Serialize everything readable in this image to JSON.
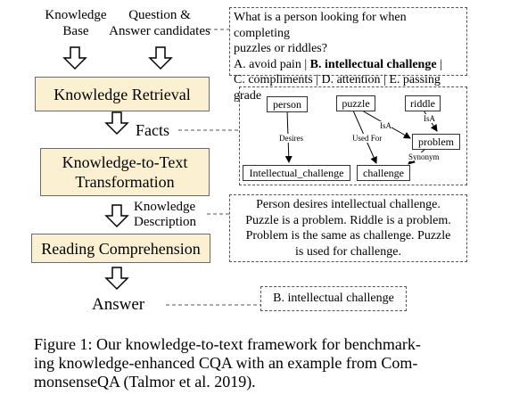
{
  "inputs": {
    "knowledge_base": [
      "Knowledge",
      "Base"
    ],
    "question": [
      "Question &",
      "Answer candidates"
    ]
  },
  "stages": {
    "retrieval": "Knowledge Retrieval",
    "k2t": [
      "Knowledge-to-Text",
      "Transformation"
    ],
    "reading": "Reading Comprehension"
  },
  "labels": {
    "facts": "Facts",
    "knowledge_description": [
      "Knowledge",
      "Description"
    ],
    "answer": "Answer"
  },
  "question_box": {
    "line1": "What is a person looking for when completing",
    "line2": "puzzles or riddles?",
    "opt_a": "A. avoid pain | ",
    "opt_b": "B. intellectual challenge",
    "opt_b_sep": " |",
    "line4": "C. compliments | D. attention | E. passing grade"
  },
  "graph": {
    "nodes": {
      "person": "person",
      "puzzle": "puzzle",
      "riddle": "riddle",
      "problem": "problem",
      "intellectual_challenge": "Intellectual_challenge",
      "challenge": "challenge"
    },
    "edges": {
      "desires": "Desires",
      "used_for": "Used For",
      "isa1": "IsA",
      "isa2": "IsA",
      "synonym": "Synonym"
    }
  },
  "description_box": [
    "Person desires intellectual challenge.",
    "Puzzle is a problem. Riddle is a problem.",
    "Problem is the same as challenge. Puzzle",
    "is used for challenge."
  ],
  "answer_box": "B. intellectual challenge",
  "caption": [
    "Figure 1: Our knowledge-to-text framework for benchmark-",
    "ing knowledge-enhanced CQA with an example from Com-",
    "monsenseQA (Talmor et al. 2019)."
  ]
}
